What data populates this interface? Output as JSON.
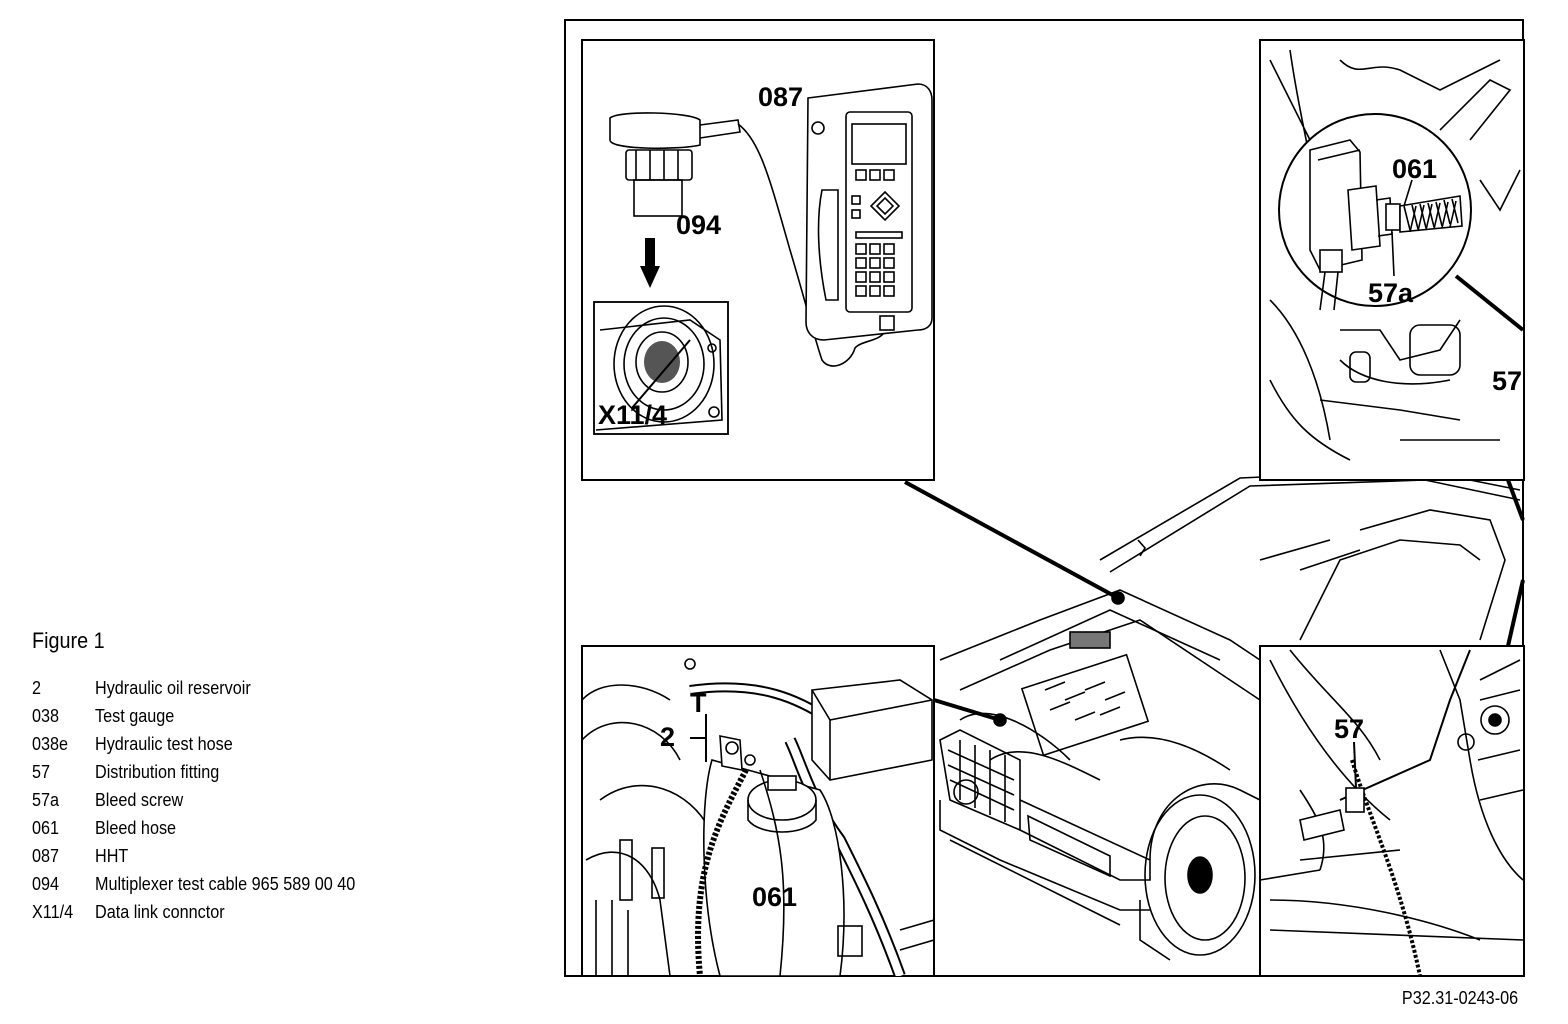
{
  "figure_title": "Figure 1",
  "legend": [
    {
      "code": "2",
      "text": "Hydraulic oil reservoir"
    },
    {
      "code": "038",
      "text": "Test gauge"
    },
    {
      "code": "038e",
      "text": "Hydraulic test hose"
    },
    {
      "code": "57",
      "text": "Distribution fitting"
    },
    {
      "code": "57a",
      "text": "Bleed screw"
    },
    {
      "code": "061",
      "text": "Bleed hose"
    },
    {
      "code": "087",
      "text": "HHT"
    },
    {
      "code": "094",
      "text": "Multiplexer test cable 965 589 00 40"
    },
    {
      "code": "X11/4",
      "text": "Data link connctor"
    }
  ],
  "callouts": {
    "c087": "087",
    "c094": "094",
    "cX114": "X11/4",
    "c061_top": "061",
    "c57a": "57a",
    "c57_top": "57",
    "cT": "T",
    "c2": "2",
    "c061_bottom": "061",
    "c57_bottom": "57"
  },
  "reference": "P32.31-0243-06"
}
